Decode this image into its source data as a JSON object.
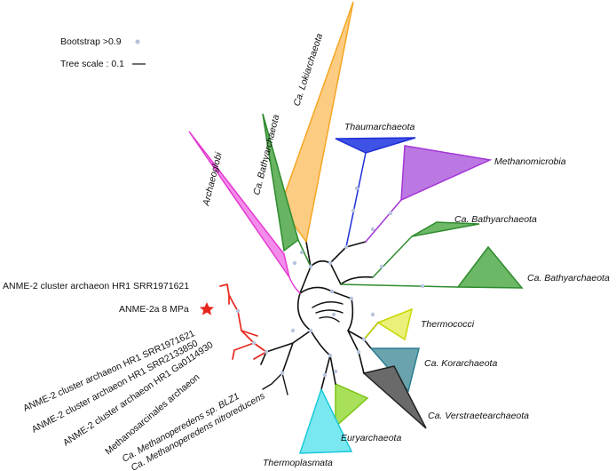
{
  "legend": {
    "bootstrap_label": "Bootstrap >0.9",
    "scale_label": "Tree scale : 0.1"
  },
  "clades": {
    "lokiarchaeota": "Ca. Lokiarchaeota",
    "bathy_left": "Ca. Bathyarchaeota",
    "thaumarchaeota": "Thaumarchaeota",
    "methanomicrobia": "Methanomicrobia",
    "archaeoglobi": "Archaeoglobi",
    "bathy_right1": "Ca. Bathyarchaeota",
    "bathy_right2": "Ca. Bathyarchaeota",
    "thermococci": "Thermococci",
    "korarchaeota": "Ca. Korarchaeota",
    "verstraetearchaeota": "Ca. Verstraetearchaeota",
    "euryarchaeota": "Euryarchaeota",
    "thermoplasmata": "Thermoplasmata"
  },
  "leaves": {
    "anme2_srr1971621_a": "ANME-2 cluster archaeon HR1 SRR1971621",
    "anme2a_8mpa": "ANME-2a 8 MPa",
    "anme2_srr1971621_b": "ANME-2 cluster archaeon HR1 SRR1971621",
    "anme2_srr2133850": "ANME-2 cluster archaeon HR1 SRR2133850",
    "anme2_ga0114930": "ANME-2 cluster archaeon HR1 Ga0114930",
    "methanosarcinales": "Methanosarcinales archaeon",
    "methanoperedens_blz1": "Ca. Methanoperedens sp. BLZ1",
    "methanoperedens_nitro": "Ca. Methanoperedens nitroreducens"
  },
  "colors": {
    "loki": "#f5a623",
    "bathy": "#2e8b2e",
    "thaum": "#1f2fd6",
    "methanomicrobia": "#a335d6",
    "archaeoglobi": "#e43bd0",
    "thermococci": "#c8d800",
    "korarchaeota": "#2a7e92",
    "verstraete": "#333333",
    "eury": "#7cc414",
    "thermoplasmata": "#19c9d9",
    "anme": "#e8261c",
    "bootstrap": "#b7c4dd"
  }
}
